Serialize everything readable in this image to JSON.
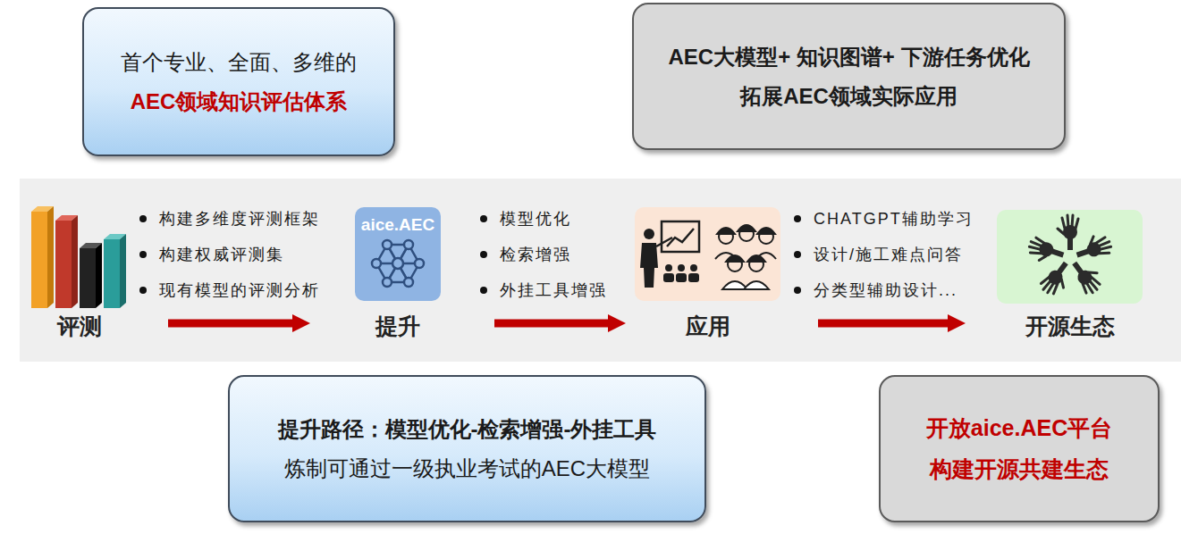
{
  "diagram": {
    "nodes": [
      {
        "text": [
          "首个专业、全面、多维的",
          "AEC领域知识评估体系"
        ]
      },
      {
        "text": [
          "AEC大模型+ 知识图谱+ 下游任务优化",
          "拓展AEC领域实际应用"
        ]
      },
      {
        "text": [
          "评测"
        ]
      },
      {
        "text": [
          "aice.AEC",
          "提升"
        ]
      },
      {
        "text": [
          "应用"
        ]
      },
      {
        "text": [
          "开源生态"
        ]
      },
      {
        "text": [
          "提升路径：模型优化-检索增强-外挂工具",
          "炼制可通过一级执业考试的AEC大模型"
        ]
      },
      {
        "text": [
          "开放aice.AEC平台",
          "构建开源共建生态"
        ]
      }
    ],
    "edges": [
      {
        "from": 2,
        "to": 3,
        "arrow": "to"
      },
      {
        "from": 3,
        "to": 4,
        "arrow": "to"
      },
      {
        "from": 4,
        "to": 5,
        "arrow": "to"
      }
    ],
    "labels": [
      "构建多维度评测框架",
      "构建权威评测集",
      "现有模型的评测分析",
      "模型优化",
      "检索增强",
      "外挂工具增强",
      "CHATGPT辅助学习",
      "设计/施工难点问答",
      "分类型辅助设计..."
    ]
  }
}
